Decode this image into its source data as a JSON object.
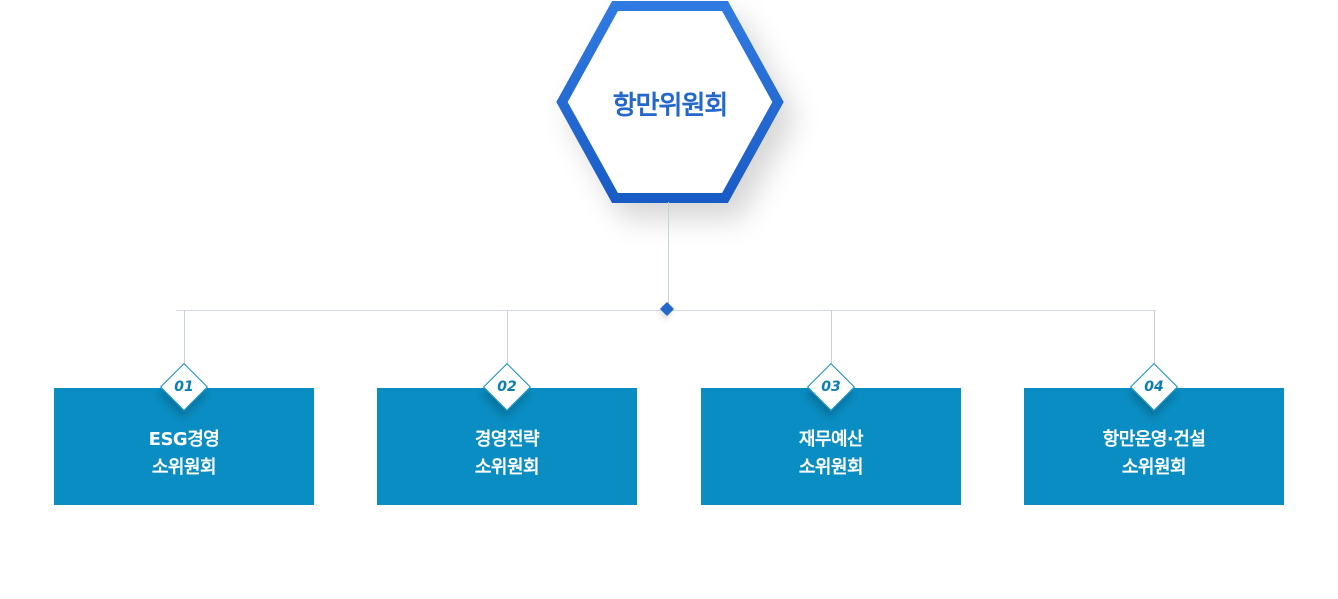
{
  "root": {
    "title": "항만위원회",
    "color": "#2468cc"
  },
  "committees": [
    {
      "number": "01",
      "line1": "ESG경영",
      "line2": "소위원회"
    },
    {
      "number": "02",
      "line1": "경영전략",
      "line2": "소위원회"
    },
    {
      "number": "03",
      "line1": "재무예산",
      "line2": "소위원회"
    },
    {
      "number": "04",
      "line1": "항만운영·건설",
      "line2": "소위원회"
    }
  ],
  "colors": {
    "box": "#0a8dc2",
    "connector": "#c9d1d8",
    "accent": "#2468cc"
  }
}
